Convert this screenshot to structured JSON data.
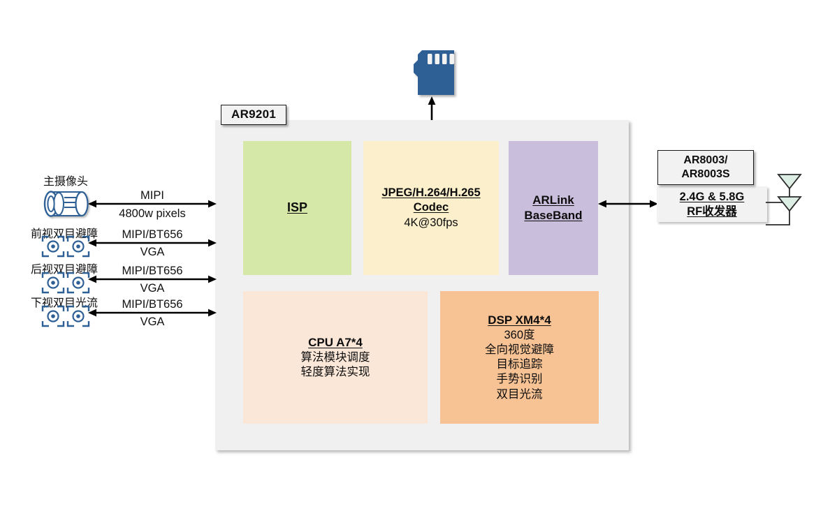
{
  "diagram": {
    "title_label": "AR9201",
    "soc": {
      "blocks": [
        {
          "id": "isp",
          "title": "ISP",
          "lines": []
        },
        {
          "id": "codec",
          "title_line1": "JPEG/H.264/H.265",
          "title_line2": "Codec",
          "lines": [
            "4K@30fps"
          ]
        },
        {
          "id": "arlink",
          "title_line1": "ARLink",
          "title_line2": "BaseBand",
          "lines": []
        },
        {
          "id": "cpu",
          "title": "CPU A7*4",
          "lines": [
            "算法模块调度",
            "轻度算法实现"
          ]
        },
        {
          "id": "dsp",
          "title": "DSP XM4*4",
          "lines": [
            "360度",
            "全向视觉避障",
            "目标追踪",
            "手势识别",
            "双目光流"
          ]
        }
      ]
    },
    "rf": {
      "label_line1": "AR8003/",
      "label_line2": "AR8003S",
      "title_line1": "2.4G & 5.8G",
      "title_line2": "RF收发器",
      "antenna_count": 2
    },
    "storage": {
      "icon": "sd-card-icon"
    },
    "sources": [
      {
        "id": "main-camera",
        "label": "主摄像头",
        "icon": "camera-lens-icon",
        "bus_line1": "MIPI",
        "bus_line2": "4800w pixels"
      },
      {
        "id": "front-stereo",
        "label": "前视双目避障",
        "icon": "stereo-camera-icon",
        "bus_line1": "MIPI/BT656",
        "bus_line2": "VGA"
      },
      {
        "id": "rear-stereo",
        "label": "后视双目避障",
        "icon": "stereo-camera-icon",
        "bus_line1": "MIPI/BT656",
        "bus_line2": "VGA"
      },
      {
        "id": "down-stereo",
        "label": "下视双目光流",
        "icon": "stereo-camera-icon",
        "bus_line1": "MIPI/BT656",
        "bus_line2": "VGA"
      }
    ],
    "colors": {
      "isp": "#D6E8A8",
      "codec": "#FCEFCC",
      "arlink": "#C9BEDB",
      "cpu": "#FAE7D8",
      "dsp": "#F7C395",
      "container": "#F0F0F0",
      "sd_card": "#2E6096",
      "camera_icon": "#2E6096",
      "antenna": "#DDEEE4"
    }
  }
}
